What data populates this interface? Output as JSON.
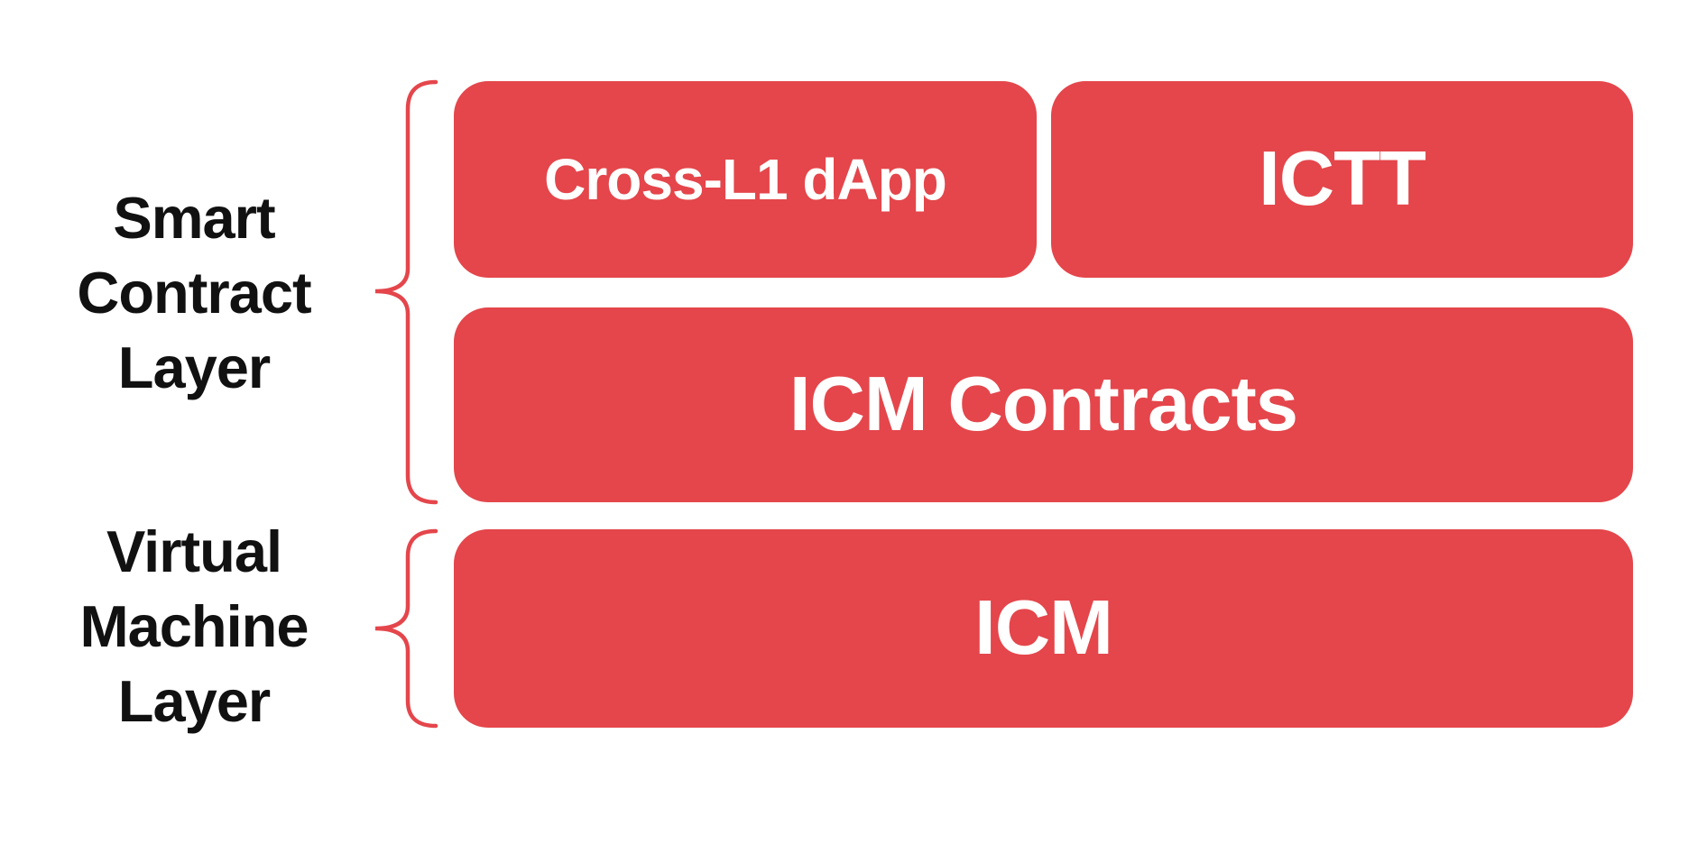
{
  "colors": {
    "red": "#e4464b",
    "box_text": "#ffffff",
    "label_text": "#111111",
    "background": "#ffffff"
  },
  "layer_labels": {
    "smart_contract": "Smart\nContract\nLayer",
    "virtual_machine": "Virtual\nMachine\nLayer"
  },
  "boxes": {
    "cross_l1_dapp": "Cross-L1 dApp",
    "ictt": "ICTT",
    "icm_contracts": "ICM Contracts",
    "icm": "ICM"
  }
}
